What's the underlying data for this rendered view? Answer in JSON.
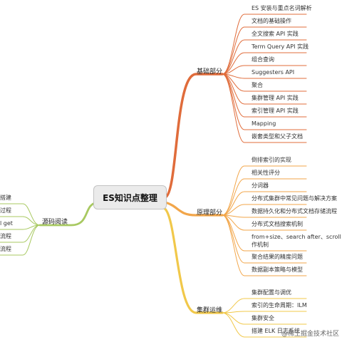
{
  "title": "ES知识点整理",
  "watermark": "@稀土掘金技术社区",
  "colors": {
    "basic": "#e06c3b",
    "principle": "#f2a64a",
    "ops": "#f1c84a",
    "source": "#a8c961"
  },
  "branches": {
    "basic": {
      "label": "基础部分",
      "items": [
        "ES 安装与重点名词解析",
        "文档的基础操作",
        "全文搜索 API 实践",
        "Term Query API 实践",
        "组合查询",
        "Suggesters API",
        "聚合",
        "集群管理 API 实践",
        "索引管理 API 实践",
        "Mapping",
        "嵌套类型和父子文档"
      ]
    },
    "principle": {
      "label": "原理部分",
      "items": [
        "倒排索引的实现",
        "相关性评分",
        "分词器",
        "分布式集群中常见问题与解决方案",
        "数据持久化和分布式文档存储流程",
        "分布式文档搜索机制",
        "from+size、search after、scroll api 的",
        "作机制",
        "聚合结果的精度问题",
        "数据副本策略与模型"
      ]
    },
    "ops": {
      "label": "集群运维",
      "items": [
        "集群配置与调优",
        "索引的生命周期：ILM",
        "集群安全",
        "搭建 ELK 日志系统"
      ]
    },
    "source": {
      "label": "源码阅读",
      "items": [
        "搭建",
        "过程",
        "l get",
        "流程",
        "流程"
      ]
    }
  }
}
